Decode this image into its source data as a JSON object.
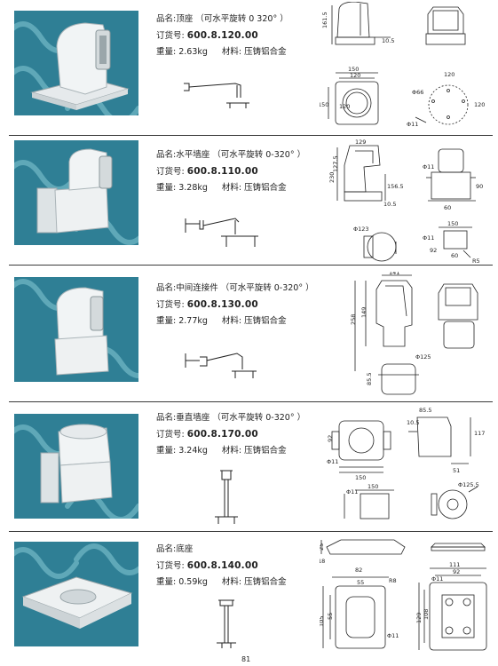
{
  "labels": {
    "name": "品名:",
    "order": "订货号:",
    "weight": "重量:",
    "material": "材料:"
  },
  "products": [
    {
      "name": "顶座 （可水平旋转 0 320° ）",
      "order_label": "订货号:",
      "code": "600.8.120.00",
      "weight": "2.63kg",
      "material": "压铸铝合金",
      "dims": [
        "161.5",
        "10.5",
        "150",
        "120",
        "120",
        "Φ66",
        "150",
        "120",
        "Φ11",
        "120"
      ]
    },
    {
      "name": "水平墙座 （可水平旋转 0-320° ）",
      "order_label": "订货号:",
      "code": "600.8.110.00",
      "weight": "3.28kg",
      "material": "压铸铝合金",
      "dims": [
        "129",
        "230",
        "127.5",
        "156.5",
        "10.5",
        "Φ11",
        "60",
        "90",
        "Φ123",
        "150",
        "Φ11",
        "92",
        "60",
        "R5"
      ]
    },
    {
      "name": "中间连接件 （可水平旋转 0-320° ）",
      "order_label": "订货号:",
      "code": "600.8.130.00",
      "weight": "2.77kg",
      "material": "压铸铝合金",
      "dims": [
        "141",
        "258",
        "149",
        "Φ125",
        "85.5"
      ]
    },
    {
      "name": "垂直墙座 （可水平旋转 0-320° ）",
      "order_label": "订货号:",
      "code": "600.8.170.00",
      "weight": "3.24kg",
      "material": "压铸铝合金",
      "dims": [
        "85.5",
        "10.5",
        "117",
        "92",
        "Φ11",
        "150",
        "51",
        "150",
        "Φ11",
        "Φ125.5"
      ]
    },
    {
      "name": "底座",
      "order_label": "订货号:",
      "code": "600.8.140.00",
      "weight": "0.59kg",
      "material": "压铸铝合金",
      "dims": [
        "25",
        "18",
        "111",
        "92",
        "82",
        "55",
        "R8",
        "Φ11",
        "105",
        "55",
        "129",
        "108",
        "Φ11"
      ]
    }
  ],
  "page_number": "81",
  "colors": {
    "photo_background": "#2f7f95",
    "photo_pattern": "#5fa8b8",
    "part_color": "#eef1f2",
    "line_color": "#222222"
  }
}
